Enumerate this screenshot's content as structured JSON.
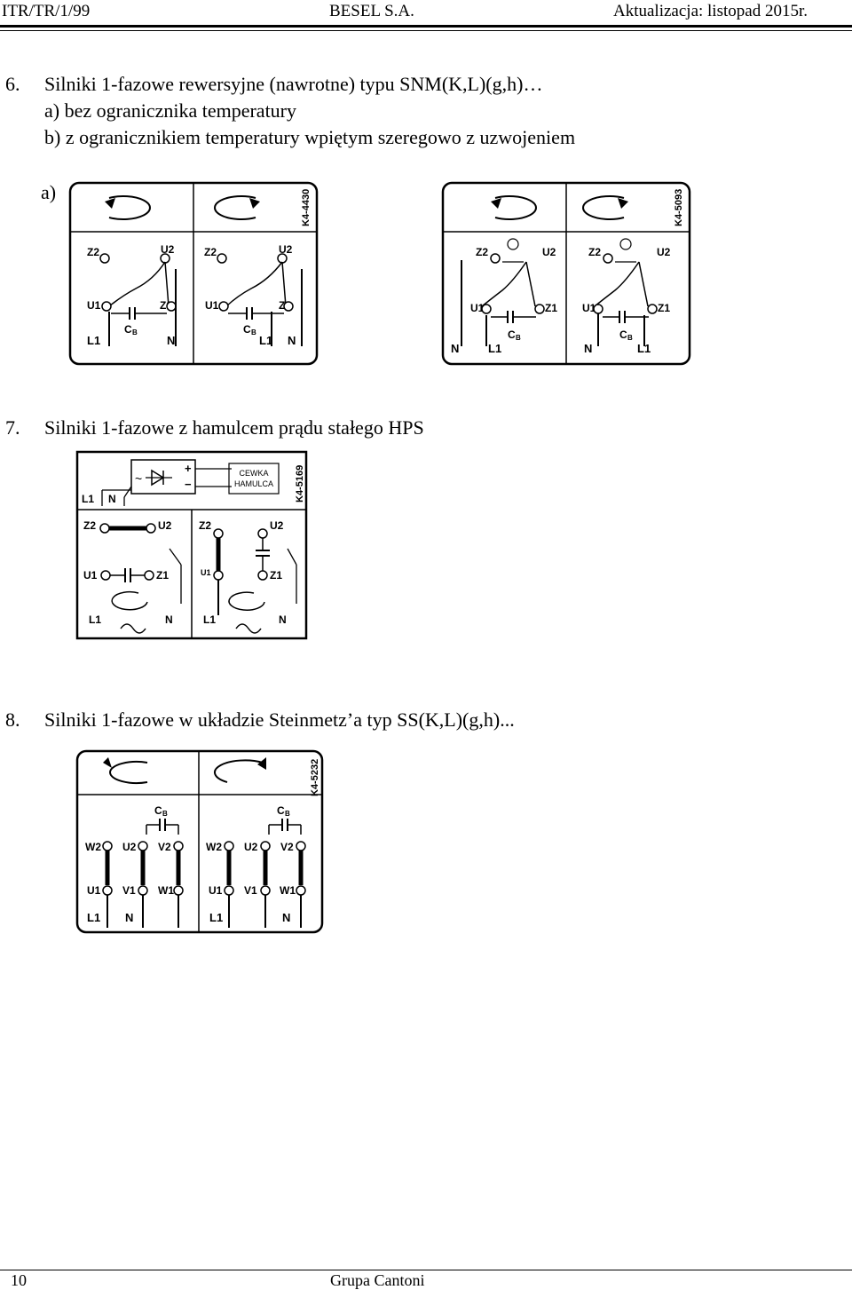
{
  "header": {
    "doc_id": "ITR/TR/1/99",
    "company": "BESEL S.A.",
    "update": "Aktualizacja: listopad 2015r."
  },
  "section6": {
    "num": "6.",
    "title": "Silniki 1-fazowe rewersyjne (nawrotne) typu SNM(K,L)(g,h)…",
    "item_a": "a) bez ogranicznika temperatury",
    "item_b": "b) z ogranicznikiem temperatury wpiętym szeregowo z uzwojeniem",
    "diagram_a_label": "a)",
    "diagram_a_code": "K4-4430",
    "diagram_b_code": "K4-5093"
  },
  "section7": {
    "num": "7.",
    "title": "Silniki 1-fazowe z hamulcem prądu stałego HPS",
    "diagram_code": "K4-5169",
    "coil_line1": "CEWKA",
    "coil_line2": "HAMULCA"
  },
  "section8": {
    "num": "8.",
    "title": "Silniki 1-fazowe w układzie Steinmetz’a typ SS(K,L)(g,h)...",
    "diagram_code": "K4-5232"
  },
  "terminals": {
    "z2": "Z2",
    "u2": "U2",
    "u1": "U1",
    "z1": "Z1",
    "l1": "L1",
    "n": "N",
    "w2": "W2",
    "v2": "V2",
    "v1": "V1",
    "w1": "W1",
    "c": "C",
    "b": "B",
    "plus": "+",
    "minus": "−",
    "ac": "~"
  },
  "footer": {
    "page": "10",
    "company": "Grupa Cantoni"
  }
}
